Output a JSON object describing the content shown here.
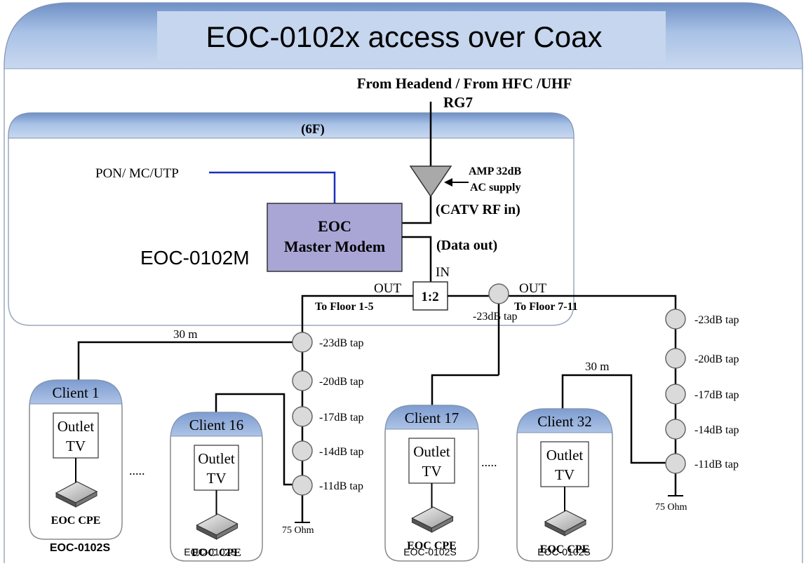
{
  "title": "EOC-0102x access over Coax",
  "source": {
    "line1": "From Headend / From HFC /UHF",
    "line2": "RG7"
  },
  "floor_panel": {
    "title": "(6F)"
  },
  "pon_label": "PON/ MC/UTP",
  "amp": {
    "line1": "AMP 32dB",
    "line2": "AC supply",
    "rf_in": "(CATV RF in)"
  },
  "master": {
    "line1": "EOC",
    "line2": "Master Modem",
    "model": "EOC-0102M",
    "data_out": "(Data out)"
  },
  "splitter": {
    "label": "1:2",
    "in": "IN",
    "out_left": "OUT",
    "out_right": "OUT"
  },
  "branch_left": {
    "label": "To Floor 1-5"
  },
  "branch_right": {
    "label": "To Floor 7-11",
    "tap": "-23dB tap"
  },
  "left_taps": [
    "-23dB tap",
    "-20dB tap",
    "-17dB tap",
    "-14dB tap",
    "-11dB tap"
  ],
  "right_taps": [
    "-23dB tap",
    "-20dB tap",
    "-17dB tap",
    "-14dB tap",
    "-11dB tap"
  ],
  "terminators": [
    "75 Ohm",
    "75 Ohm"
  ],
  "cable_lengths": [
    "30 m",
    "30 m"
  ],
  "ellipsis": [
    ".....",
    "....."
  ],
  "clients": [
    {
      "name": "Client 1",
      "outlet": "Outlet",
      "tv": "TV",
      "cpe": "EOC CPE",
      "model": "EOC-0102S"
    },
    {
      "name": "Client 16",
      "outlet": "Outlet",
      "tv": "TV",
      "cpe": "EOC CPE",
      "model": "EOC-0102S"
    },
    {
      "name": "Client 17",
      "outlet": "Outlet",
      "tv": "TV",
      "cpe": "EOC CPE",
      "model": "EOC-0102S"
    },
    {
      "name": "Client 32",
      "outlet": "Outlet",
      "tv": "TV",
      "cpe": "EOC CPE",
      "model": "EOC-0102S"
    }
  ],
  "colors": {
    "header_blue": "#a9c2e6",
    "header_dark": "#7394c8",
    "title_box": "#c5d6ee",
    "master_fill": "#a9a6d6",
    "pon_line": "#1b2fb8",
    "tap_fill": "#dadada"
  }
}
